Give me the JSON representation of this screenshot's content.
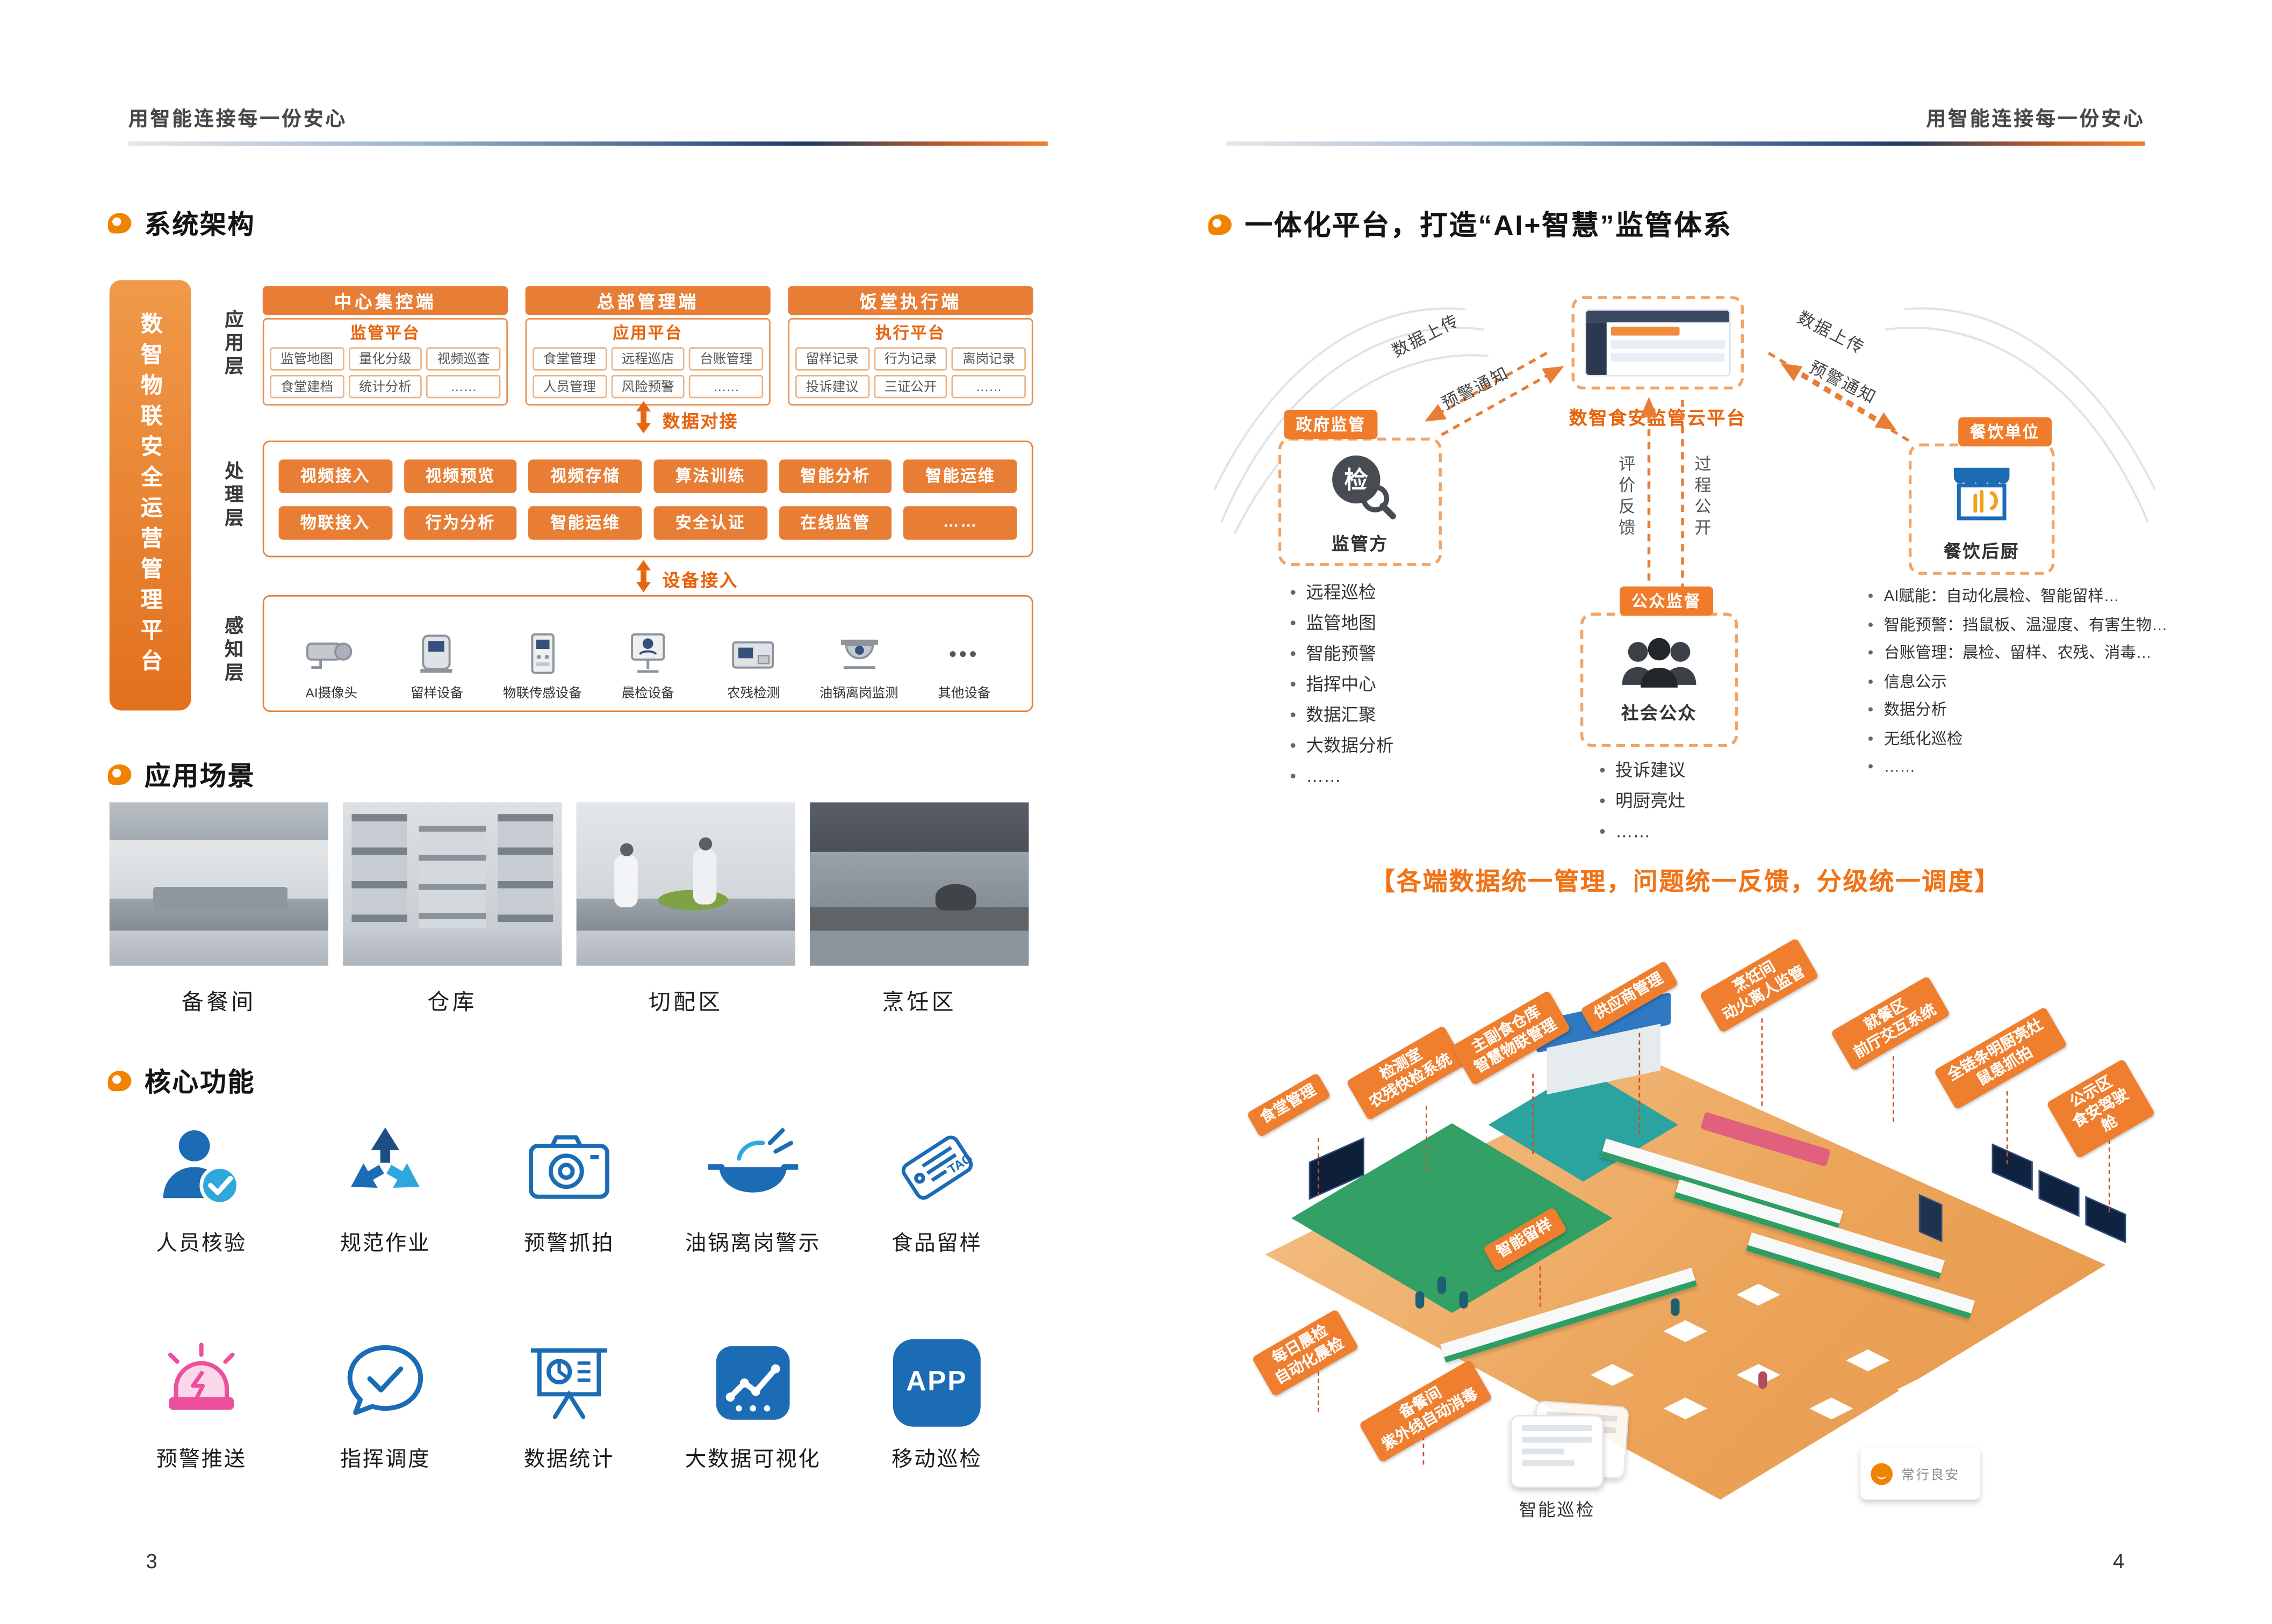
{
  "colors": {
    "accent": "#E87E35",
    "deep_orange": "#E8650F",
    "blue": "#1B6CB5",
    "light_blue": "#2EA7DD",
    "pink": "#EC4F9C",
    "dark": "#333333"
  },
  "header": {
    "slogan": "用智能连接每一份安心"
  },
  "left": {
    "page_number": "3",
    "arch": {
      "title": "系统架构",
      "platform": "数智物联安全运营管理平台",
      "layer1": "应用层",
      "layer2": "处理层",
      "layer3": "感知层",
      "cols": [
        {
          "head": "中心集控端",
          "plat": "监管平台",
          "items": [
            "监管地图",
            "量化分级",
            "视频巡查",
            "食堂建档",
            "统计分析",
            "……"
          ]
        },
        {
          "head": "总部管理端",
          "plat": "应用平台",
          "items": [
            "食堂管理",
            "远程巡店",
            "台账管理",
            "人员管理",
            "风险预警",
            "……"
          ]
        },
        {
          "head": "饭堂执行端",
          "plat": "执行平台",
          "items": [
            "留样记录",
            "行为记录",
            "离岗记录",
            "投诉建议",
            "三证公开",
            "……"
          ]
        }
      ],
      "arrow1": "数据对接",
      "proc": [
        [
          "视频接入",
          "视频预览",
          "视频存储",
          "算法训练",
          "智能分析",
          "智能运维"
        ],
        [
          "物联接入",
          "行为分析",
          "智能运维",
          "安全认证",
          "在线监管",
          "……"
        ]
      ],
      "arrow2": "设备接入",
      "devices": [
        {
          "label": "AI摄像头",
          "icon": "bullet-camera-icon"
        },
        {
          "label": "留样设备",
          "icon": "sampling-robot-icon"
        },
        {
          "label": "物联传感设备",
          "icon": "iot-sensor-panel-icon"
        },
        {
          "label": "晨检设备",
          "icon": "morning-check-kiosk-icon"
        },
        {
          "label": "农残检测",
          "icon": "pesticide-analyzer-icon"
        },
        {
          "label": "油锅离岗监测",
          "icon": "dome-camera-icon"
        },
        {
          "label": "其他设备",
          "icon": "ellipsis-icon"
        }
      ],
      "dots": "•••"
    },
    "scenes": {
      "title": "应用场景",
      "items": [
        "备餐间",
        "仓库",
        "切配区",
        "烹饪区"
      ]
    },
    "funcs": {
      "title": "核心功能",
      "items": [
        {
          "label": "人员核验",
          "icon": "person-check-icon"
        },
        {
          "label": "规范作业",
          "icon": "recycle-icon"
        },
        {
          "label": "预警抓拍",
          "icon": "camera-icon"
        },
        {
          "label": "油锅离岗警示",
          "icon": "wok-icon"
        },
        {
          "label": "食品留样",
          "icon": "tag-icon"
        },
        {
          "label": "预警推送",
          "icon": "siren-icon"
        },
        {
          "label": "指挥调度",
          "icon": "chat-check-icon"
        },
        {
          "label": "数据统计",
          "icon": "presentation-chart-icon"
        },
        {
          "label": "大数据可视化",
          "icon": "line-chart-icon"
        },
        {
          "label": "移动巡检",
          "icon": "app-icon"
        }
      ],
      "app_text": "APP",
      "tag_text": "TAG"
    }
  },
  "right": {
    "page_number": "4",
    "title": "一体化平台，打造“AI+智慧”监管体系",
    "eco": {
      "cloud": "数智食安监管云平台",
      "gov_tag": "政府监管",
      "gov_char": "检",
      "gov_role": "监管方",
      "gov_bullets": [
        "远程巡检",
        "监管地图",
        "智能预警",
        "指挥中心",
        "数据汇聚",
        "大数据分析",
        "……"
      ],
      "canteen_tag": "餐饮单位",
      "canteen_role": "餐饮后厨",
      "canteen_bullets": [
        "AI赋能：自动化晨检、智能留样…",
        "智能预警：挡鼠板、温湿度、有害生物…",
        "台账管理：晨检、留样、农残、消毒…",
        "信息公示",
        "数据分析",
        "无纸化巡检",
        "……"
      ],
      "public_tag": "公众监督",
      "public_role": "社会公众",
      "public_bullets": [
        "投诉建议",
        "明厨亮灶",
        "……"
      ],
      "upload_left": "数据上传",
      "notify_left": "预警通知",
      "upload_right": "数据上传",
      "notify_right": "预警通知",
      "feedback": "评价反馈",
      "open": "过程公开"
    },
    "banner": "【各端数据统一管理，问题统一反馈，分级统一调度】",
    "iso": {
      "labels": [
        "食堂管理",
        "检测室\n农残快检系统",
        "主副食仓库\n智慧物联管理",
        "供应商管理",
        "烹饪间\n动火离人监管",
        "就餐区\n前厅交互系统",
        "全链条明厨亮灶\n鼠患抓拍",
        "公示区\n食安驾驶舱",
        "智能留样",
        "每日晨检\n自动化晨检",
        "备餐间\n紫外线自动消毒"
      ],
      "caption": "智能巡检",
      "logo_text": "常行良安"
    }
  }
}
